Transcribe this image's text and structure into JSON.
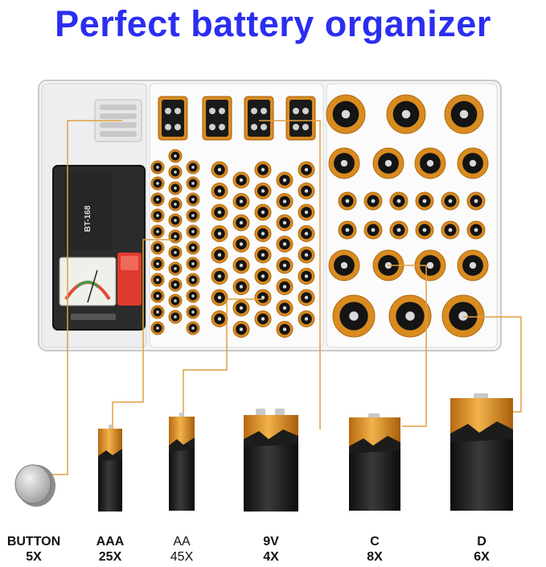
{
  "headline": "Perfect battery organizer",
  "tester_model": "BT-168",
  "batteries": [
    {
      "type": "BUTTON",
      "count": "5X"
    },
    {
      "type": "AAA",
      "count": "25X"
    },
    {
      "type": "AA",
      "count": "45X"
    },
    {
      "type": "9V",
      "count": "4X"
    },
    {
      "type": "C",
      "count": "8X"
    },
    {
      "type": "D",
      "count": "6X"
    }
  ],
  "colors": {
    "headline": "#2b2ef0",
    "copper": "#d98b1f",
    "battery_black": "#1f1f1f",
    "leader_line": "#e0a040"
  }
}
